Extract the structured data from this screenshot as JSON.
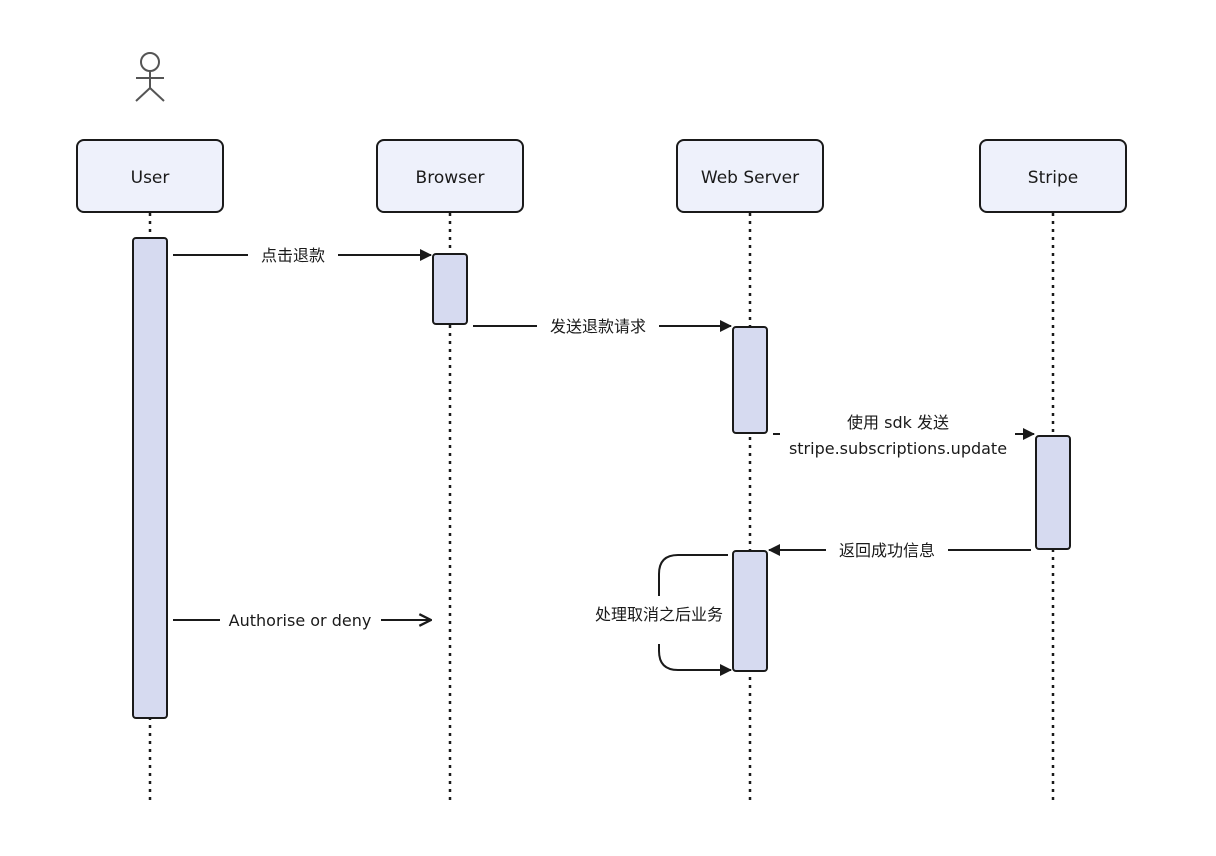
{
  "participants": [
    {
      "id": "user",
      "label": "User"
    },
    {
      "id": "browser",
      "label": "Browser"
    },
    {
      "id": "webserver",
      "label": "Web Server"
    },
    {
      "id": "stripe",
      "label": "Stripe"
    }
  ],
  "messages": [
    {
      "id": "click-refund",
      "from": "user",
      "to": "browser",
      "label": "点击退款",
      "arrow": "filled"
    },
    {
      "id": "send-refund-request",
      "from": "browser",
      "to": "webserver",
      "label": "发送退款请求",
      "arrow": "filled"
    },
    {
      "id": "sdk-update",
      "from": "webserver",
      "to": "stripe",
      "label_lines": [
        "使用 sdk 发送",
        "stripe.subscriptions.update"
      ],
      "arrow": "filled"
    },
    {
      "id": "return-success",
      "from": "stripe",
      "to": "webserver",
      "label": "返回成功信息",
      "arrow": "filled"
    },
    {
      "id": "post-cancel-business",
      "from": "webserver",
      "to": "webserver",
      "label": "处理取消之后业务",
      "arrow": "filled"
    },
    {
      "id": "authorise-or-deny",
      "from": "user",
      "to": "browser",
      "label": "Authorise or deny",
      "arrow": "open"
    }
  ],
  "colors": {
    "participant_fill": "#eef1fb",
    "activation_fill": "#d6daf0",
    "stroke": "#1a1a1a",
    "actor": "#555555"
  },
  "icons": {
    "actor": "person-stick-figure-icon"
  }
}
